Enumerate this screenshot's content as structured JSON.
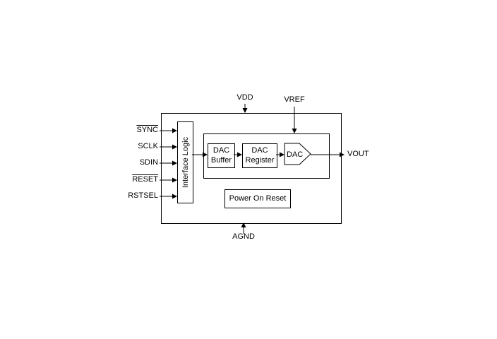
{
  "diagram": {
    "inputs": [
      {
        "label": "SYNC",
        "active_low": true
      },
      {
        "label": "SCLK",
        "active_low": false
      },
      {
        "label": "SDIN",
        "active_low": false
      },
      {
        "label": "RESET",
        "active_low": true
      },
      {
        "label": "RSTSEL",
        "active_low": false
      }
    ],
    "blocks": {
      "interface_logic": "Interface Logic",
      "dac_buffer": "DAC Buffer",
      "dac_register": "DAC Register",
      "dac": "DAC",
      "power_on_reset": "Power On Reset"
    },
    "pins": {
      "vdd": "VDD",
      "vref": "VREF",
      "agnd": "AGND",
      "vout": "VOUT"
    },
    "colors": {
      "line": "#000000",
      "background": "#ffffff"
    }
  }
}
